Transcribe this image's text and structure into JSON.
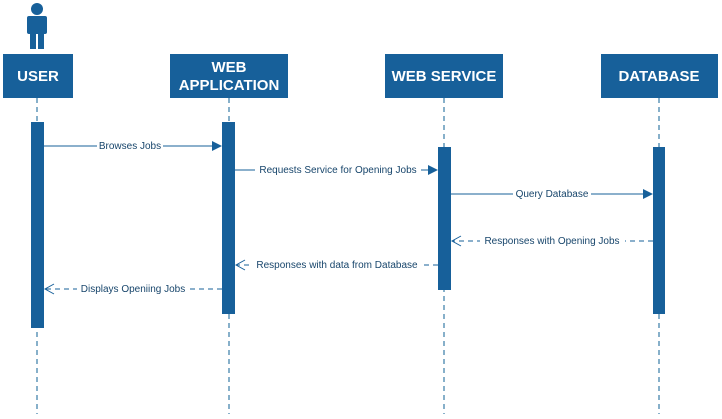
{
  "colors": {
    "primary": "#17609a",
    "text_dark": "#17456b",
    "background": "#ffffff"
  },
  "actor_icon": "person-icon",
  "participants": [
    {
      "id": "user",
      "label_lines": [
        "USER"
      ]
    },
    {
      "id": "webapp",
      "label_lines": [
        "WEB",
        "APPLICATION"
      ]
    },
    {
      "id": "webservice",
      "label_lines": [
        "WEB SERVICE"
      ]
    },
    {
      "id": "database",
      "label_lines": [
        "DATABASE"
      ]
    }
  ],
  "messages": [
    {
      "from": "user",
      "to": "webapp",
      "label": "Browses Jobs",
      "style": "solid"
    },
    {
      "from": "webapp",
      "to": "webservice",
      "label": "Requests Service for Opening Jobs",
      "style": "solid"
    },
    {
      "from": "webservice",
      "to": "database",
      "label": "Query Database",
      "style": "solid"
    },
    {
      "from": "database",
      "to": "webservice",
      "label": "Responses with Opening Jobs",
      "style": "dashed"
    },
    {
      "from": "webservice",
      "to": "webapp",
      "label": "Responses with data from Database",
      "style": "dashed"
    },
    {
      "from": "webapp",
      "to": "user",
      "label": "Displays Openiing Jobs",
      "style": "dashed"
    }
  ]
}
